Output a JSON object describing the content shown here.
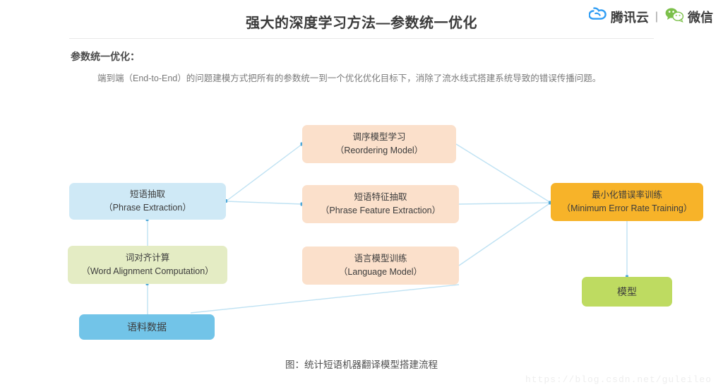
{
  "header": {
    "title": "强大的深度学习方法—参数统一优化",
    "brands": [
      {
        "icon": "tencent-cloud-icon",
        "label": "腾讯云"
      },
      {
        "icon": "wechat-icon",
        "label": "微信"
      }
    ],
    "separator": "|"
  },
  "content": {
    "section_heading": "参数统一优化：",
    "paragraph": "端到端（End-to-End）的问题建模方式把所有的参数统一到一个优化优化目标下，消除了流水线式搭建系统导致的错误传播问题。"
  },
  "diagram": {
    "caption": "图：统计短语机器翻译模型搭建流程",
    "nodes": [
      {
        "id": "phrase-extraction",
        "cn": "短语抽取",
        "en": "（Phrase Extraction）",
        "color": "#cfe9f6"
      },
      {
        "id": "word-alignment",
        "cn": "词对齐计算",
        "en": "（Word Alignment Computation）",
        "color": "#e4ecc4"
      },
      {
        "id": "corpus",
        "cn": "语料数据",
        "en": "",
        "color": "#72c4e8"
      },
      {
        "id": "reordering-model",
        "cn": "调序模型学习",
        "en": "（Reordering Model）",
        "color": "#fbe0cb"
      },
      {
        "id": "phrase-feature-extraction",
        "cn": "短语特征抽取",
        "en": "（Phrase Feature Extraction）",
        "color": "#fbe0cb"
      },
      {
        "id": "language-model",
        "cn": "语言模型训练",
        "en": "（Language Model）",
        "color": "#fbe0cb"
      },
      {
        "id": "mert",
        "cn": "最小化错误率训练",
        "en": "（Minimum Error Rate Training）",
        "color": "#f7b329"
      },
      {
        "id": "model",
        "cn": "模型",
        "en": "",
        "color": "#bedb61"
      }
    ],
    "edge_color": "#bfe2f3"
  },
  "watermark": "https://blog.csdn.net/guleileo"
}
